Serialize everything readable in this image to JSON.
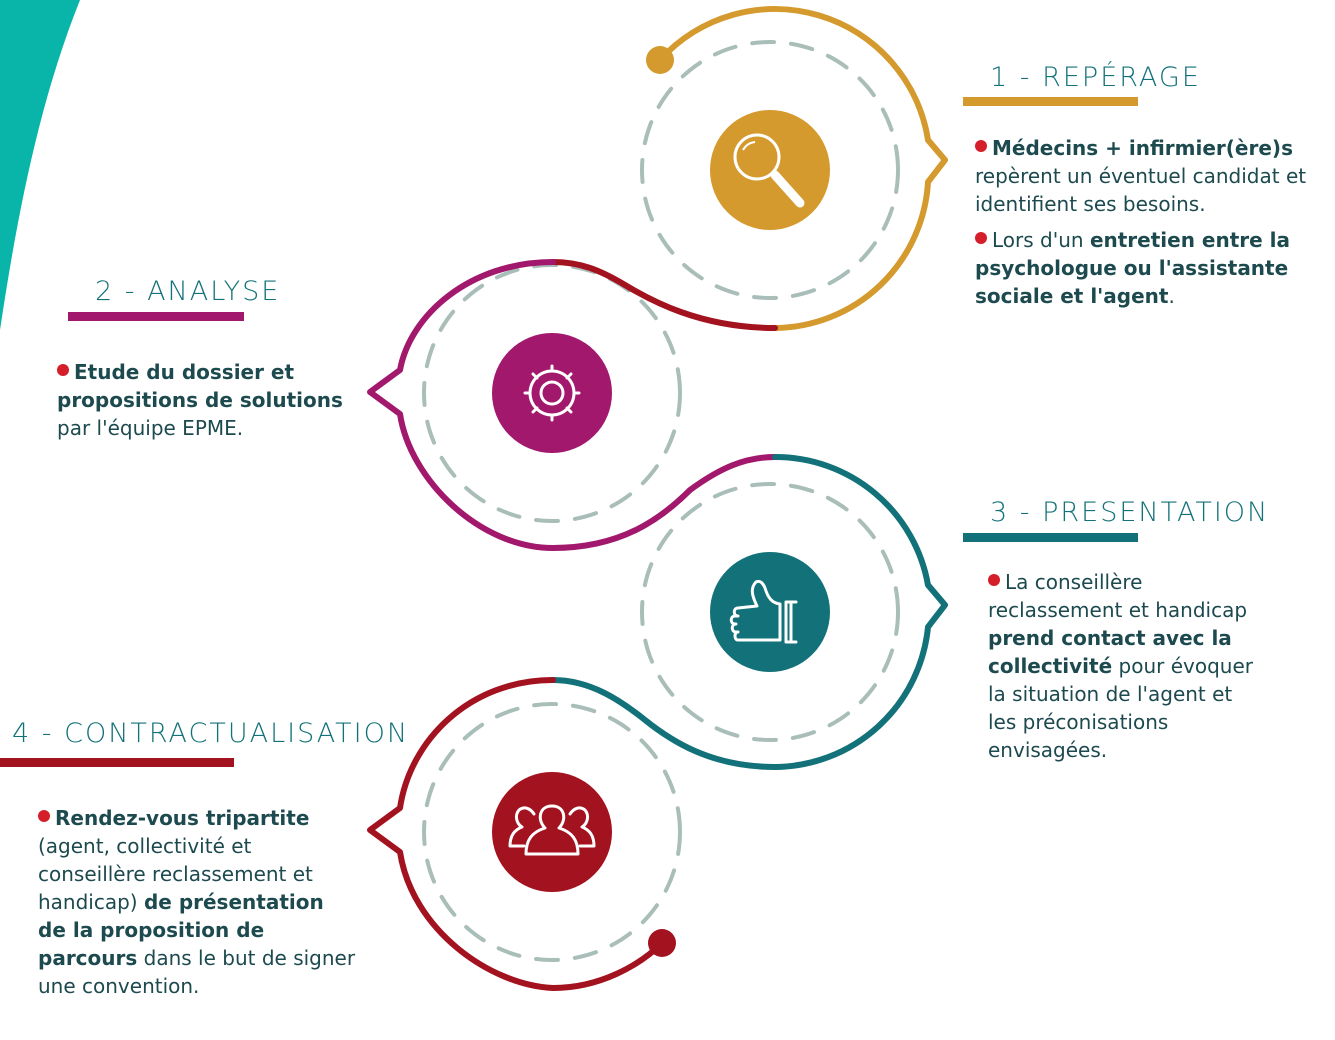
{
  "colors": {
    "teal": "#08b5a8",
    "gold": "#d59a2e",
    "magenta": "#a2186c",
    "petrol": "#137279",
    "red": "#a3121f",
    "dash": "#a9bdb9",
    "bullet": "#d41f2a",
    "text": "#1d4a4f"
  },
  "steps": [
    {
      "title": "1 - REPÉRAGE",
      "icon": "magnifier-icon",
      "p1": {
        "b": "Médecins + infirmier(ère)s",
        "t": "repèrent un éventuel candidat et identifient ses besoins."
      },
      "p2": {
        "t1": "Lors d'un",
        "b": "entretien entre la psychologue ou l'assistante sociale et l'agent",
        "t2": "."
      }
    },
    {
      "title": "2 - ANALYSE",
      "icon": "gear-icon",
      "p1": {
        "b": "Etude du dossier et propositions de solutions",
        "t": "par l'équipe EPME."
      }
    },
    {
      "title": "3 - PRESENTATION",
      "icon": "thumbs-up-icon",
      "p1": {
        "t1": "La conseillère reclassement et handicap",
        "b": "prend contact avec la collectivité",
        "t2": "pour évoquer la situation de l'agent et les préconisations envisagées."
      }
    },
    {
      "title": "4 - CONTRACTUALISATION",
      "icon": "group-icon",
      "p1": {
        "b1": "Rendez-vous tripartite",
        "t1": "(agent, collectivité et conseillère reclassement et handicap)",
        "b2": "de présentation de la proposition de parcours",
        "t2": "dans le but de signer une convention."
      }
    }
  ]
}
